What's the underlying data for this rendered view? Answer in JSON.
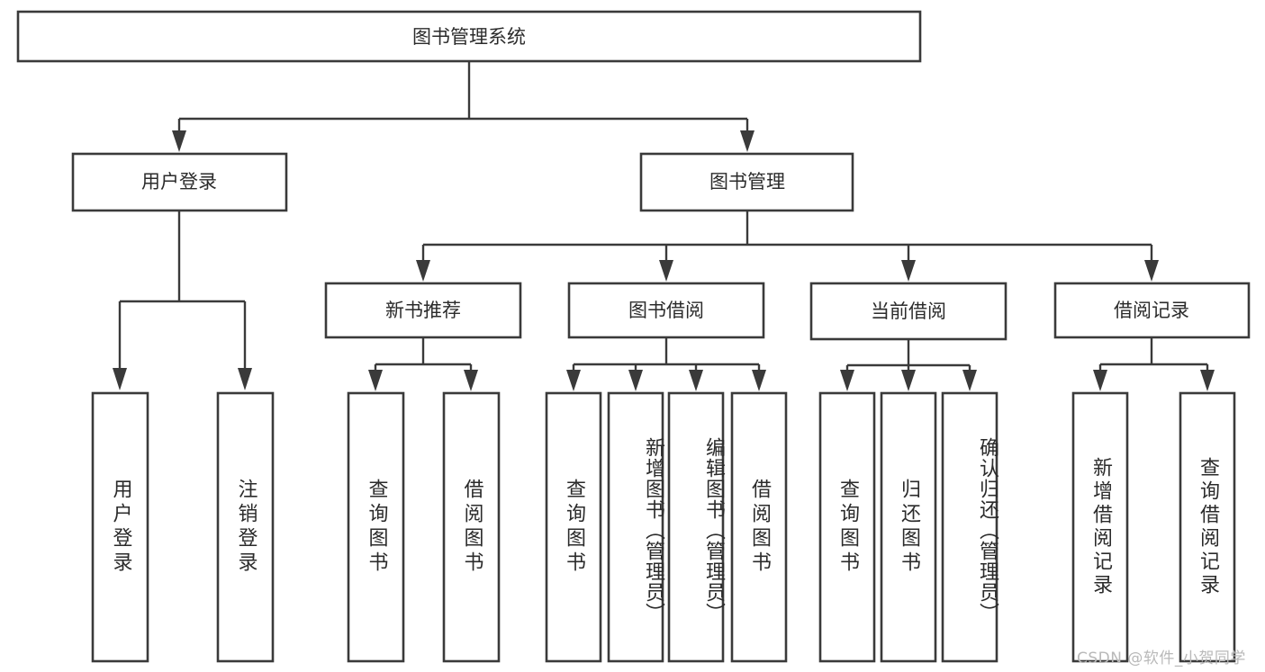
{
  "diagram": {
    "title_box": {
      "label": "图书管理系统"
    },
    "level2": [
      {
        "id": "user-login",
        "label": "用户登录"
      },
      {
        "id": "book-management",
        "label": "图书管理"
      }
    ],
    "level3": [
      {
        "id": "new-book-recommend",
        "label": "新书推荐"
      },
      {
        "id": "book-borrow",
        "label": "图书借阅"
      },
      {
        "id": "current-borrow",
        "label": "当前借阅"
      },
      {
        "id": "borrow-record",
        "label": "借阅记录"
      }
    ],
    "leaves": {
      "user_login": [
        {
          "id": "leaf-user-login",
          "label": "用户登录"
        },
        {
          "id": "leaf-logout-login",
          "label": "注销登录"
        }
      ],
      "new_book_recommend": [
        {
          "id": "leaf-query-book-1",
          "label": "查询图书"
        },
        {
          "id": "leaf-borrow-book-1",
          "label": "借阅图书"
        }
      ],
      "book_borrow": [
        {
          "id": "leaf-query-book-2",
          "label": "查询图书"
        },
        {
          "id": "leaf-add-book",
          "label": "新增图书（管理员）"
        },
        {
          "id": "leaf-edit-book",
          "label": "编辑图书（管理员）"
        },
        {
          "id": "leaf-borrow-book-2",
          "label": "借阅图书"
        }
      ],
      "current_borrow": [
        {
          "id": "leaf-query-book-3",
          "label": "查询图书"
        },
        {
          "id": "leaf-return-book",
          "label": "归还图书"
        },
        {
          "id": "leaf-confirm-return",
          "label": "确认归还（管理员）"
        }
      ],
      "borrow_record": [
        {
          "id": "leaf-add-borrow-record",
          "label": "新增借阅记录"
        },
        {
          "id": "leaf-query-borrow-record",
          "label": "查询借阅记录"
        }
      ]
    },
    "watermark": {
      "text": "CSDN @软件_小贺同学"
    },
    "colors": {
      "stroke": "#3a3a3a",
      "text": "#2b2b2b",
      "background": "#ffffff",
      "watermark": "#b9b9b9"
    }
  }
}
